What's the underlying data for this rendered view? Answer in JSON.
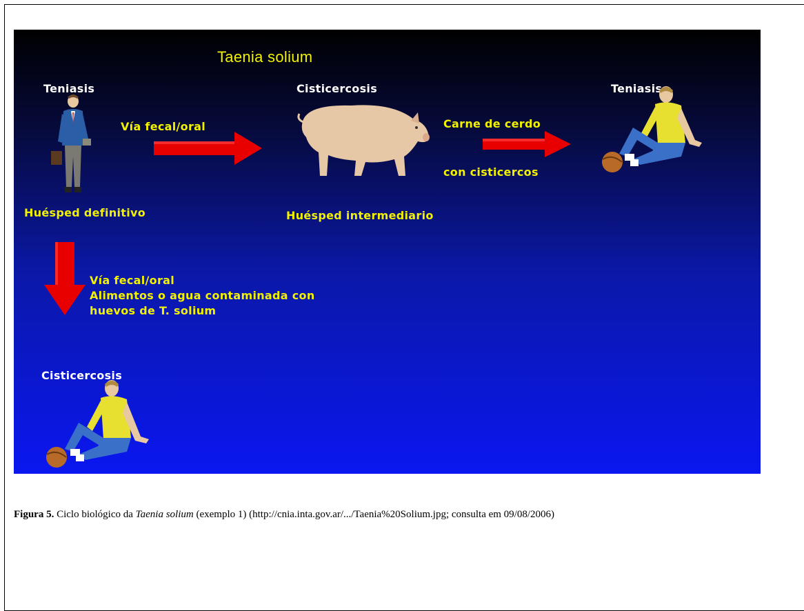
{
  "diagram": {
    "title": "Taenia solium",
    "nodes": {
      "host_definitive_label": "Teniasis",
      "host_definitive_caption": "Huésped definitivo",
      "intermediate_label": "Cisticercosis",
      "intermediate_caption": "Huésped intermediario",
      "human_right_label": "Teniasis",
      "human_bottom_label": "Cisticercosis"
    },
    "edges": {
      "fecal_oral_top": "Vía fecal/oral",
      "carne_line1": "Carne de cerdo",
      "carne_line2": "con cisticercos",
      "down_line1": "Vía fecal/oral",
      "down_line2": "Alimentos o agua contaminada con",
      "down_line3": "huevos de T. solium"
    },
    "colors": {
      "text": "#f2f200",
      "arrow": "#e80000",
      "background_top": "#000000",
      "background_bottom": "#0a17f0"
    }
  },
  "caption": {
    "label": "Figura 5.",
    "text_before": " Ciclo biológico da ",
    "species": "Taenia solium",
    "text_after": "  (exemplo 1) (http://cnia.inta.gov.ar/.../Taenia%20Solium.jpg; consulta em 09/08/2006)"
  }
}
